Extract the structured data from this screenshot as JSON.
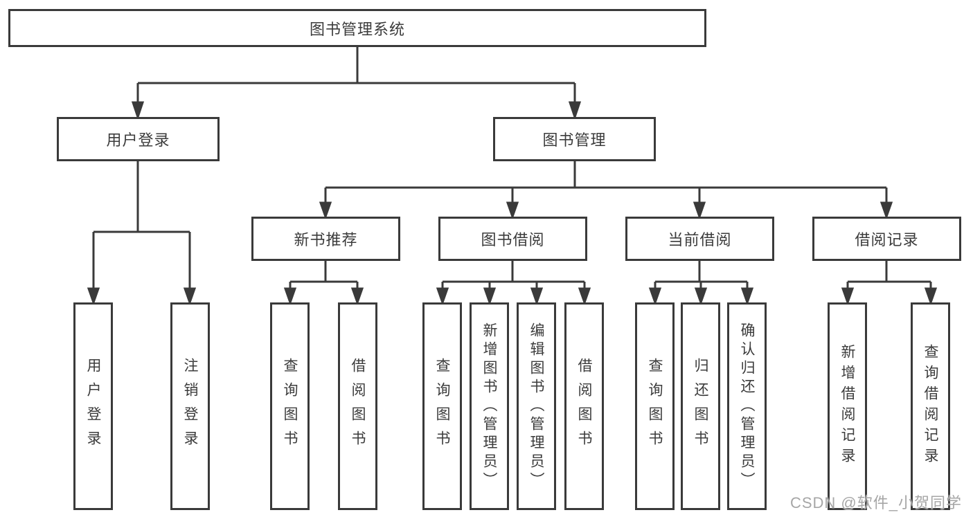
{
  "watermark": "CSDN @软件_小贺同学",
  "colors": {
    "line": "#3a3a3a",
    "text": "#3b3b3b",
    "background": "#ffffff",
    "watermark": "#a6a6a6"
  },
  "tree": {
    "label": "图书管理系统",
    "children": [
      {
        "label": "用户登录",
        "children": [
          {
            "label": "用户登录"
          },
          {
            "label": "注销登录"
          }
        ]
      },
      {
        "label": "图书管理",
        "children": [
          {
            "label": "新书推荐",
            "children": [
              {
                "label": "查询图书"
              },
              {
                "label": "借阅图书"
              }
            ]
          },
          {
            "label": "图书借阅",
            "children": [
              {
                "label": "查询图书"
              },
              {
                "label": "新增图书（管理员）"
              },
              {
                "label": "编辑图书（管理员）"
              },
              {
                "label": "借阅图书"
              }
            ]
          },
          {
            "label": "当前借阅",
            "children": [
              {
                "label": "查询图书"
              },
              {
                "label": "归还图书"
              },
              {
                "label": "确认归还（管理员）"
              }
            ]
          },
          {
            "label": "借阅记录",
            "children": [
              {
                "label": "新增借阅记录"
              },
              {
                "label": "查询借阅记录"
              }
            ]
          }
        ]
      }
    ]
  }
}
